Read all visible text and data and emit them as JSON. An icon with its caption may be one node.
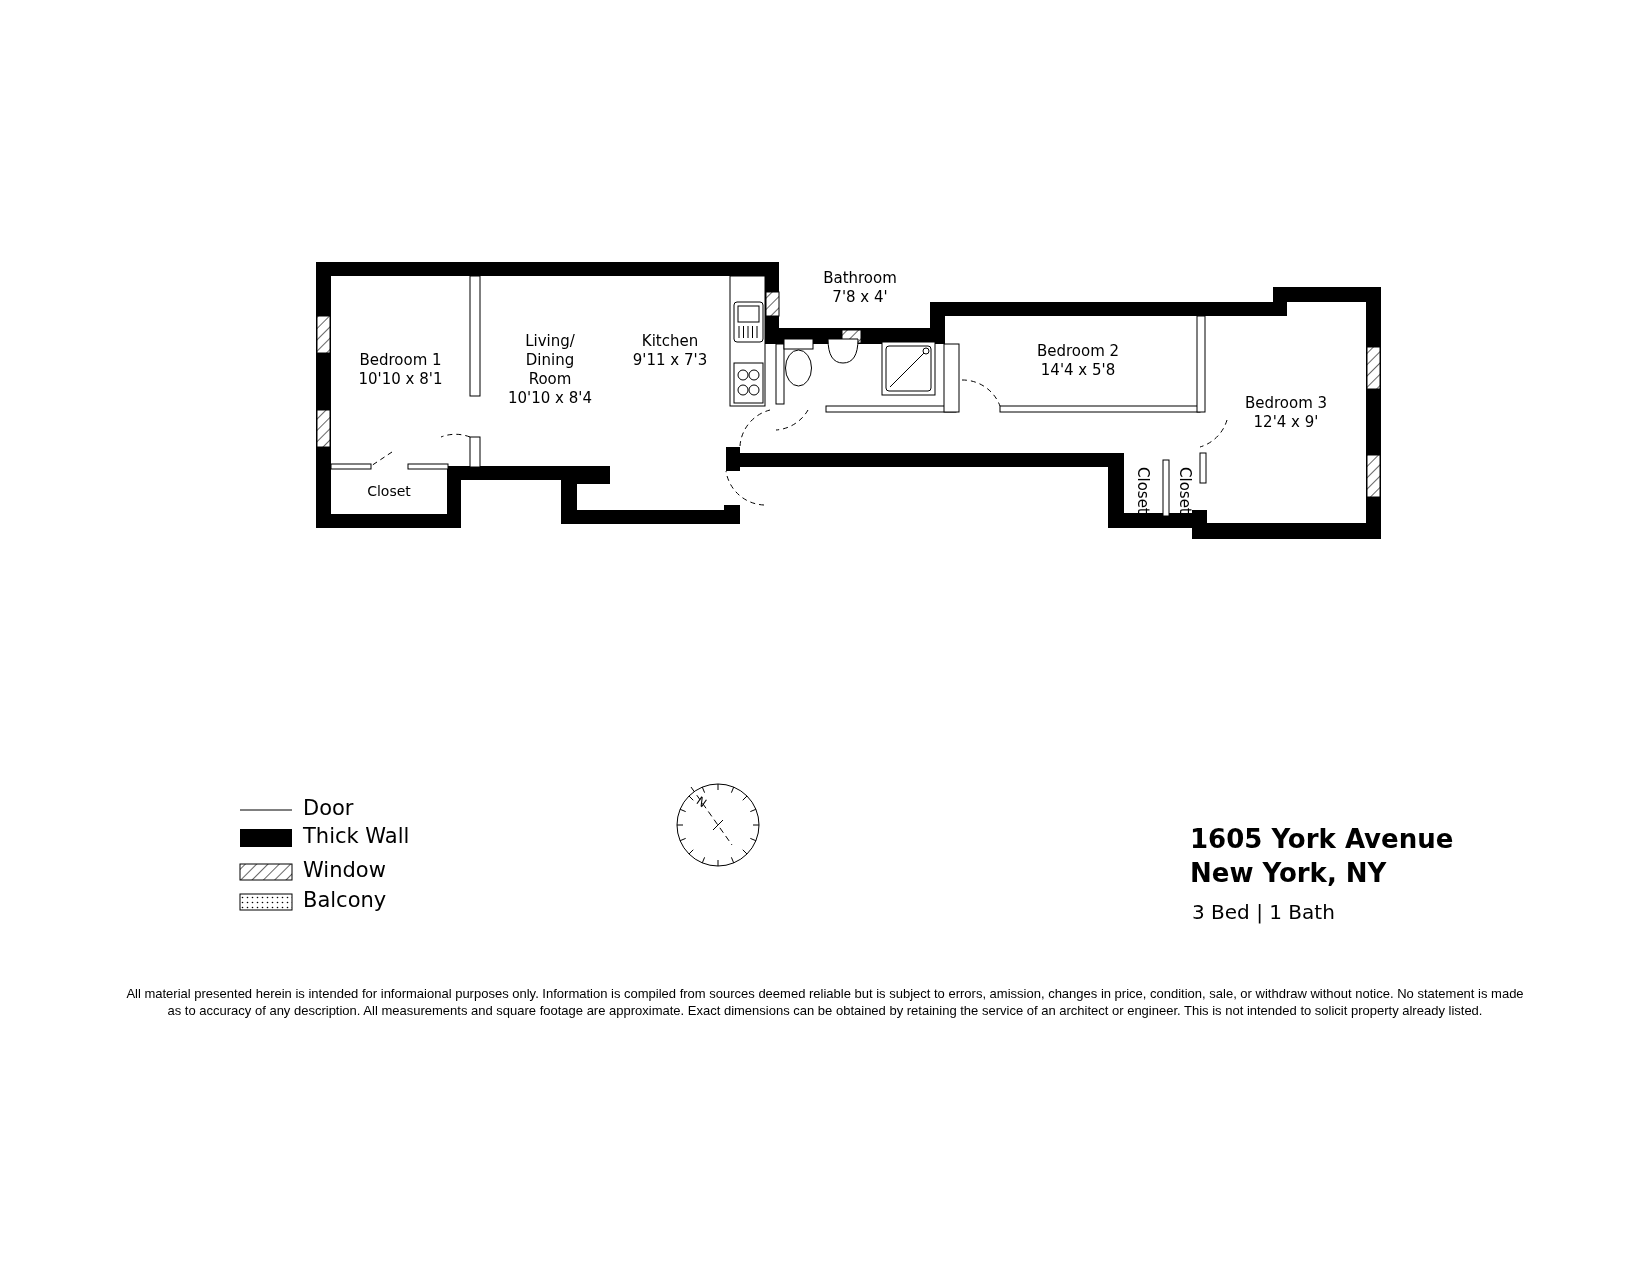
{
  "diagram": {
    "nodes": [
      {
        "text": [
          "Bedroom 1",
          "10'10 x 8'1"
        ]
      },
      {
        "text": [
          "Living/ Dining Room",
          "10'10 x 8'4"
        ]
      },
      {
        "text": [
          "Kitchen",
          "9'11 x 7'3"
        ]
      },
      {
        "text": [
          "Bathroom",
          "7'8 x 4'"
        ]
      },
      {
        "text": [
          "Bedroom 2",
          "14'4 x 5'8"
        ]
      },
      {
        "text": [
          "Bedroom 3",
          "12'4 x 9'"
        ]
      },
      {
        "text": [
          "Closet"
        ]
      },
      {
        "text": [
          "Closet"
        ]
      },
      {
        "text": [
          "Closet"
        ]
      }
    ],
    "labels": [
      "N",
      "1605 York Avenue",
      "New York, NY",
      "3 Bed | 1 Bath",
      "All material presented herein is intended for informaional purposes only. Information is compiled from sources deemed reliable but is subject to errors, amission, changes in price, condition, sale, or withdraw without notice. No statement is made as to accuracy of any description. All measurements and square footage are approximate. Exact dimensions can be obtained by retaining the service of an architect or engineer. This is not intended to solicit property already listed."
    ],
    "legend": [
      {
        "text": "Door"
      },
      {
        "text": "Thick Wall"
      },
      {
        "text": "Window"
      },
      {
        "text": "Balcony"
      }
    ]
  }
}
